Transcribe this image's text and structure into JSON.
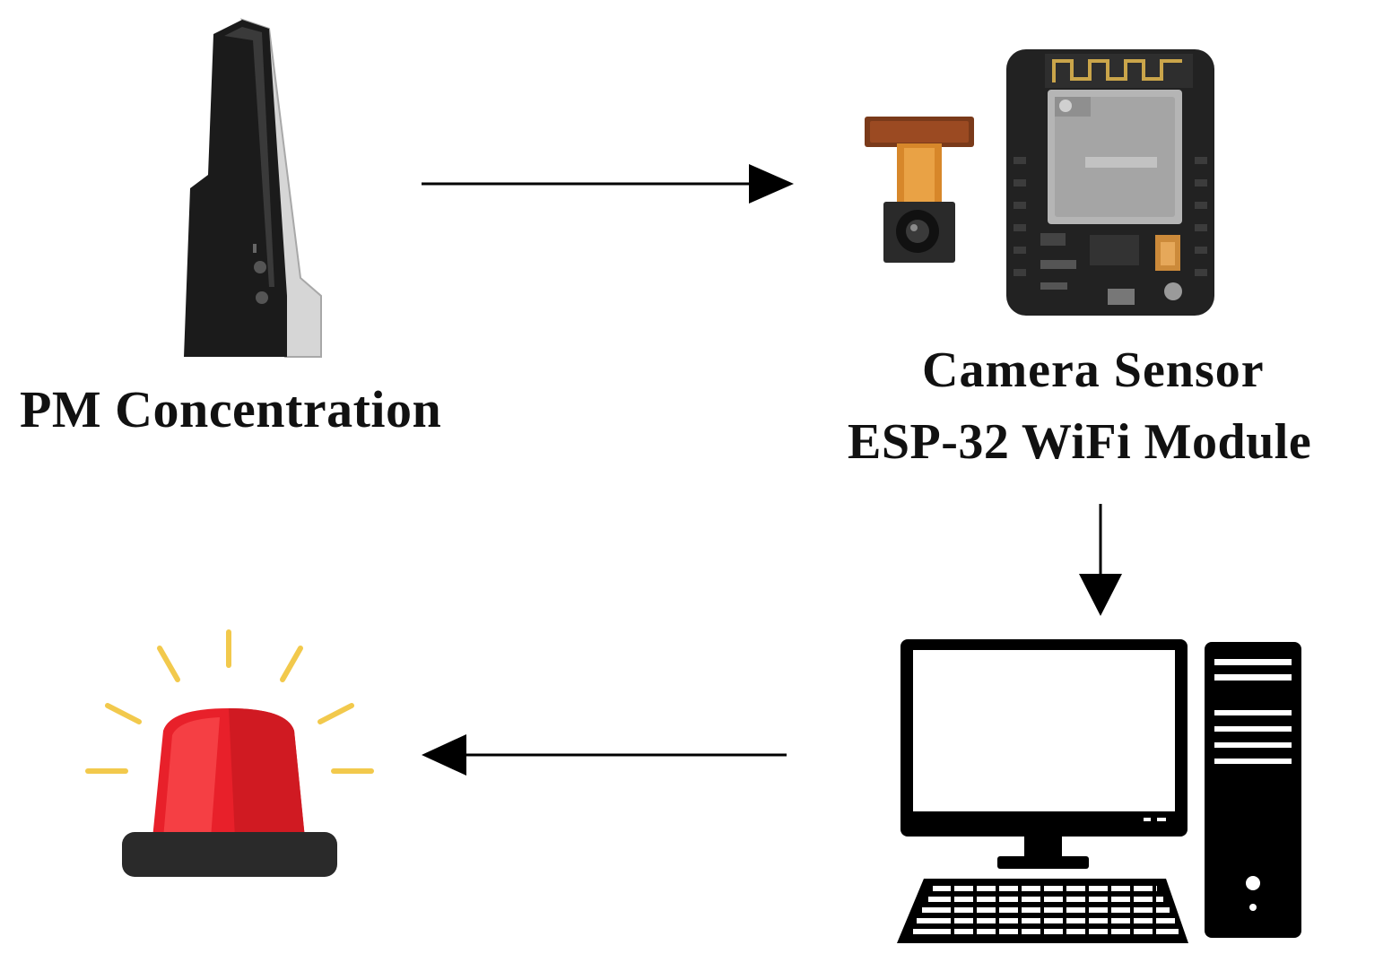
{
  "nodes": {
    "pm_sensor": {
      "label": "PM Concentration",
      "icon": "pm-sensor-icon"
    },
    "camera_module": {
      "label_line1": "Camera Sensor",
      "label_line2": "ESP-32 WiFi Module",
      "icon": "esp32-camera-icon"
    },
    "computer": {
      "icon": "desktop-computer-icon"
    },
    "alarm": {
      "icon": "alarm-siren-icon"
    }
  },
  "edges": [
    {
      "from": "pm_sensor",
      "to": "camera_module"
    },
    {
      "from": "camera_module",
      "to": "computer"
    },
    {
      "from": "computer",
      "to": "alarm"
    }
  ],
  "colors": {
    "siren_red": "#e8202a",
    "siren_highlight": "#ff5a5a",
    "siren_rays": "#f2c94c",
    "sensor_body": "#1c1c1c",
    "sensor_side": "#d9d9d9",
    "board": "#222222",
    "shield": "#b8b8b8",
    "ribbon": "#d7872a",
    "line": "#000000"
  }
}
